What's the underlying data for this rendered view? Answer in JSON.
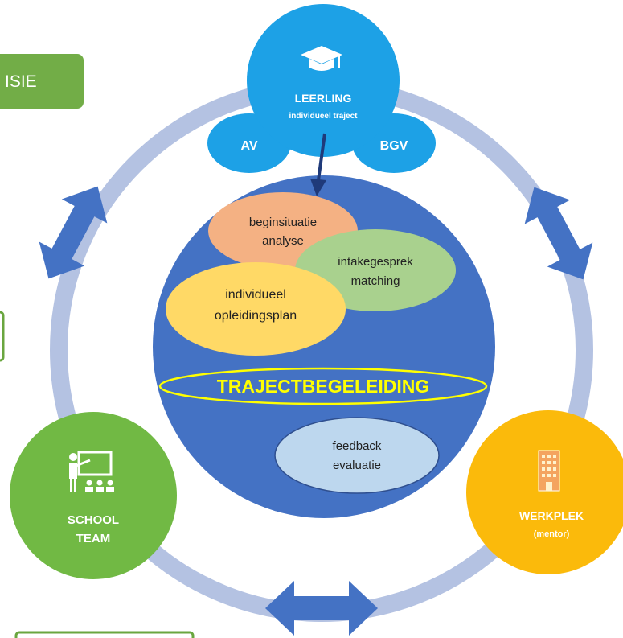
{
  "visie_label": "ISIE",
  "leerling": {
    "title": "LEERLING",
    "subtitle": "individueel traject"
  },
  "av": "AV",
  "bgv": "BGV",
  "steps": {
    "beginsituatie": [
      "beginsituatie",
      "analyse"
    ],
    "intake": [
      "intakegesprek",
      "matching"
    ],
    "opleidingsplan": [
      "individueel",
      "opleidingsplan"
    ],
    "feedback": [
      "feedback",
      "evaluatie"
    ]
  },
  "center_title": "TRAJECTBEGELEIDING",
  "school": [
    "SCHOOL",
    "TEAM"
  ],
  "werkplek": {
    "title": "WERKPLEK",
    "subtitle": "(mentor)"
  },
  "icons": {
    "leerling": "graduation-cap-icon",
    "school": "teacher-board-icon",
    "werkplek": "building-icon"
  },
  "colors": {
    "ring": "#b4c2e2",
    "arrow": "#4472c4",
    "leerling": "#1da1e6",
    "center": "#4472c4",
    "school": "#71b944",
    "werkplek": "#fbba0b",
    "visie": "#72ad47"
  }
}
